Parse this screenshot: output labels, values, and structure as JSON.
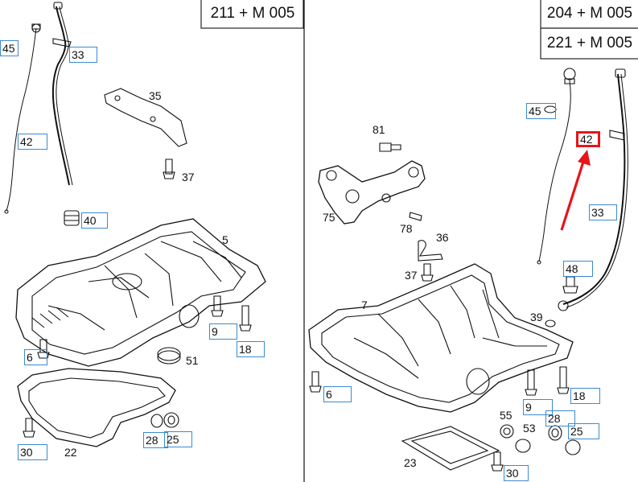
{
  "headers": {
    "left": "211 + M 005",
    "right_top": "204 + M 005",
    "right_bottom": "221 + M 005"
  },
  "left_labels": {
    "p45": "45",
    "p33": "33",
    "p35": "35",
    "p42": "42",
    "p37": "37",
    "p40": "40",
    "p5": "5",
    "p9": "9",
    "p18": "18",
    "p6": "6",
    "p51": "51",
    "p28": "28",
    "p25": "25",
    "p30": "30",
    "p22": "22"
  },
  "right_labels": {
    "p45": "45",
    "p81": "81",
    "p42": "42",
    "p75": "75",
    "p78": "78",
    "p33": "33",
    "p36": "36",
    "p37": "37",
    "p48": "48",
    "p7": "7",
    "p39": "39",
    "p6": "6",
    "p9": "9",
    "p18": "18",
    "p55": "55",
    "p53": "53",
    "p28": "28",
    "p25": "25",
    "p23": "23",
    "p30": "30"
  },
  "colors": {
    "label_box": "#3b8bd1",
    "highlight": "#e8141b",
    "line": "#111111"
  }
}
